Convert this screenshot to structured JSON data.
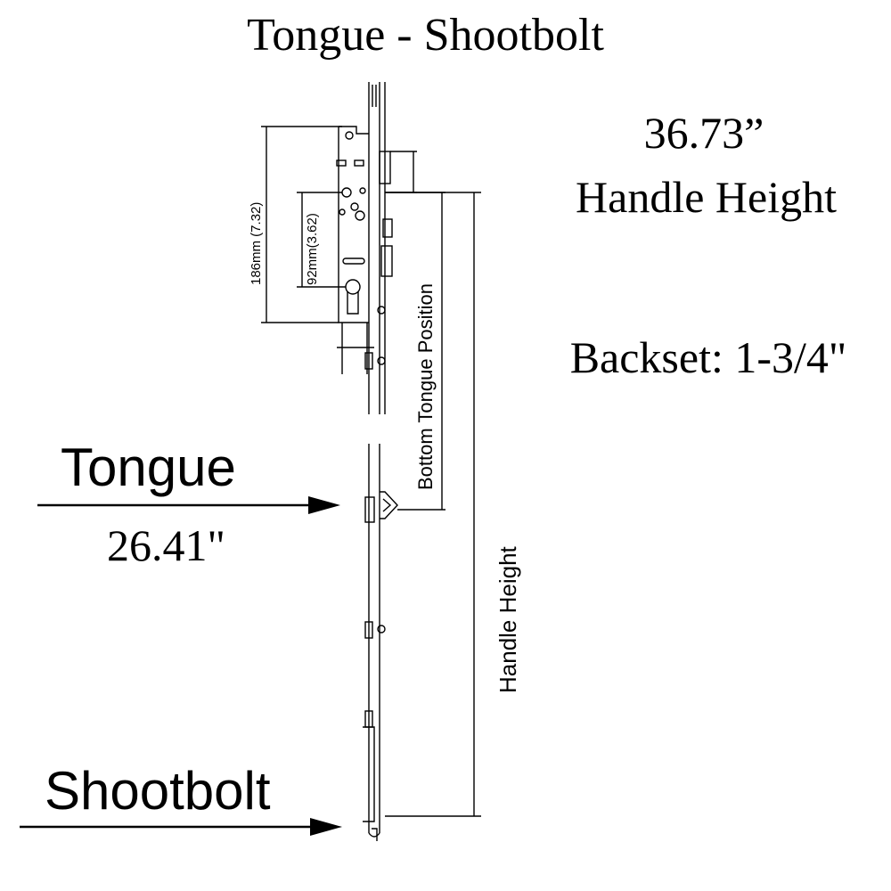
{
  "title": "Tongue - Shootbolt",
  "handle_height": {
    "value": "36.73”",
    "label": "Handle Height"
  },
  "backset": "Backset: 1-3/4\"",
  "tongue": {
    "label": "Tongue",
    "value": "26.41\""
  },
  "shootbolt": {
    "label": "Shootbolt"
  },
  "dimensions": {
    "dim_186": "186mm (7.32)",
    "dim_92": "92mm(3.62)",
    "bottom_tongue_position": "Bottom Tongue Position",
    "handle_height_vertical": "Handle Height"
  },
  "colors": {
    "ink": "#000000",
    "background": "#ffffff"
  }
}
